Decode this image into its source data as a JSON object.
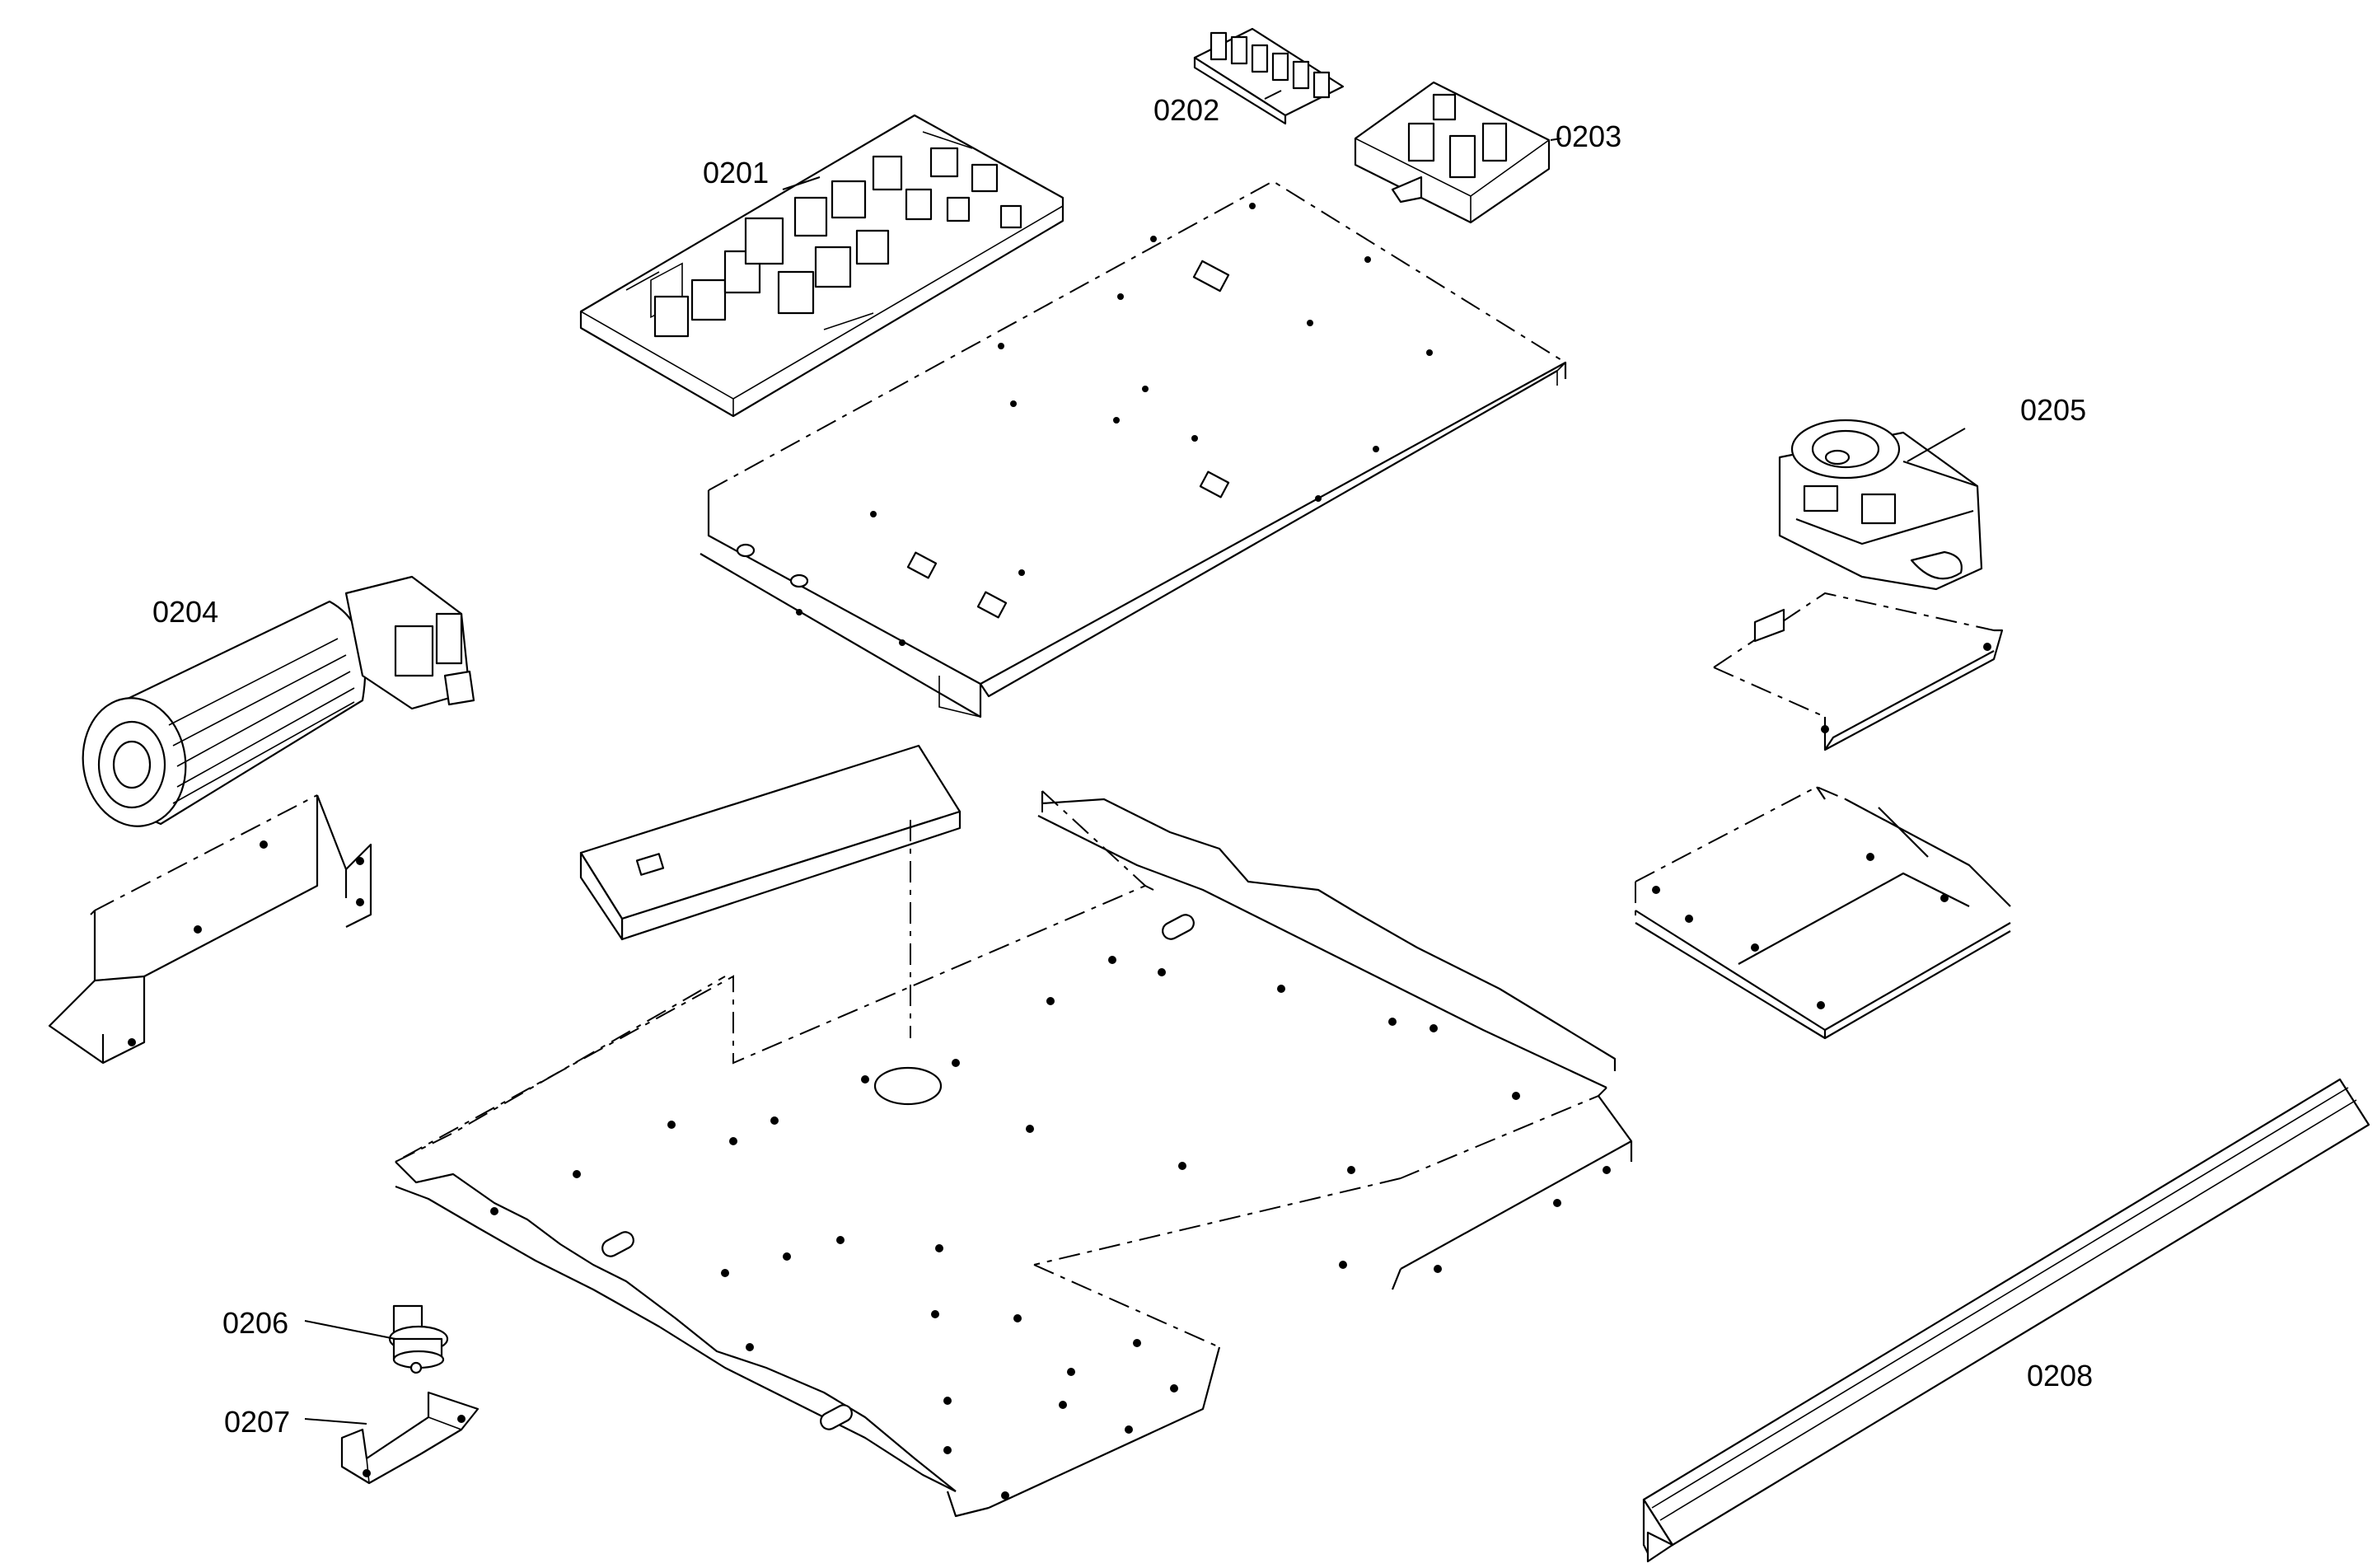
{
  "diagram": {
    "parts": [
      {
        "id": "0201",
        "label": "0201"
      },
      {
        "id": "0202",
        "label": "0202"
      },
      {
        "id": "0203",
        "label": "0203"
      },
      {
        "id": "0204",
        "label": "0204"
      },
      {
        "id": "0205",
        "label": "0205"
      },
      {
        "id": "0206",
        "label": "0206"
      },
      {
        "id": "0207",
        "label": "0207"
      },
      {
        "id": "0208",
        "label": "0208"
      }
    ]
  }
}
